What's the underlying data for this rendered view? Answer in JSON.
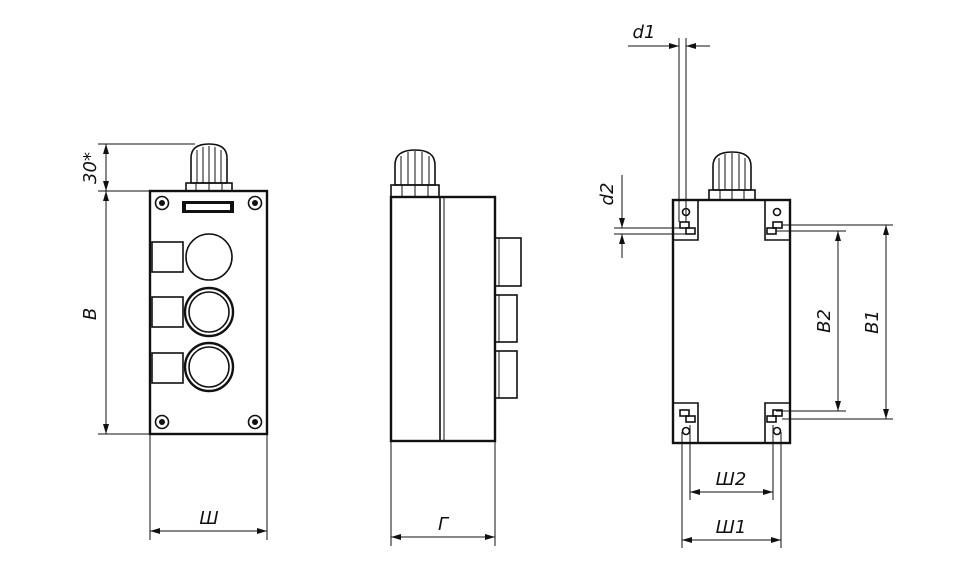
{
  "dimensions": {
    "d1": "d1",
    "d2": "d2",
    "gland_height": "30*",
    "height": "B",
    "width": "Ш",
    "depth": "Г",
    "b1": "B1",
    "b2": "B2",
    "w1": "Ш1",
    "w2": "Ш2"
  },
  "views": {
    "front": "front-view",
    "side": "side-view",
    "back": "back-view"
  },
  "colors": {
    "line": "#111111",
    "background": "#ffffff"
  }
}
